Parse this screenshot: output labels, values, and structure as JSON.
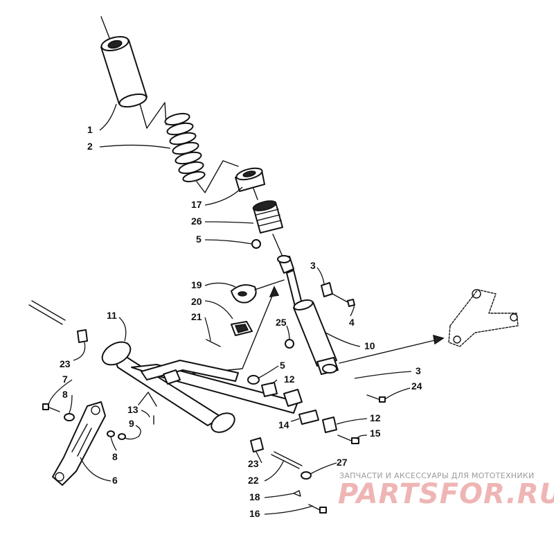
{
  "callouts": [
    {
      "id": "c1",
      "text": "1"
    },
    {
      "id": "c2",
      "text": "2"
    },
    {
      "id": "c17",
      "text": "17"
    },
    {
      "id": "c26",
      "text": "26"
    },
    {
      "id": "c5a",
      "text": "5"
    },
    {
      "id": "c3a",
      "text": "3"
    },
    {
      "id": "c19",
      "text": "19"
    },
    {
      "id": "c20",
      "text": "20"
    },
    {
      "id": "c4",
      "text": "4"
    },
    {
      "id": "c21",
      "text": "21"
    },
    {
      "id": "c11",
      "text": "11"
    },
    {
      "id": "c25",
      "text": "25"
    },
    {
      "id": "c10",
      "text": "10"
    },
    {
      "id": "c23a",
      "text": "23"
    },
    {
      "id": "c5b",
      "text": "5"
    },
    {
      "id": "c3b",
      "text": "3"
    },
    {
      "id": "c7",
      "text": "7"
    },
    {
      "id": "c12a",
      "text": "12"
    },
    {
      "id": "c24",
      "text": "24"
    },
    {
      "id": "c8a",
      "text": "8"
    },
    {
      "id": "c13",
      "text": "13"
    },
    {
      "id": "c9",
      "text": "9"
    },
    {
      "id": "c12b",
      "text": "12"
    },
    {
      "id": "c14",
      "text": "14"
    },
    {
      "id": "c15",
      "text": "15"
    },
    {
      "id": "c8b",
      "text": "8"
    },
    {
      "id": "c23b",
      "text": "23"
    },
    {
      "id": "c27",
      "text": "27"
    },
    {
      "id": "c6",
      "text": "6"
    },
    {
      "id": "c22",
      "text": "22"
    },
    {
      "id": "c18",
      "text": "18"
    },
    {
      "id": "c16",
      "text": "16"
    }
  ],
  "watermark": {
    "tagline": "ЗАПЧАСТИ И АКСЕССУАРЫ ДЛЯ МОТОТЕХНИКИ",
    "logo": "PARTSFOR.RU"
  }
}
